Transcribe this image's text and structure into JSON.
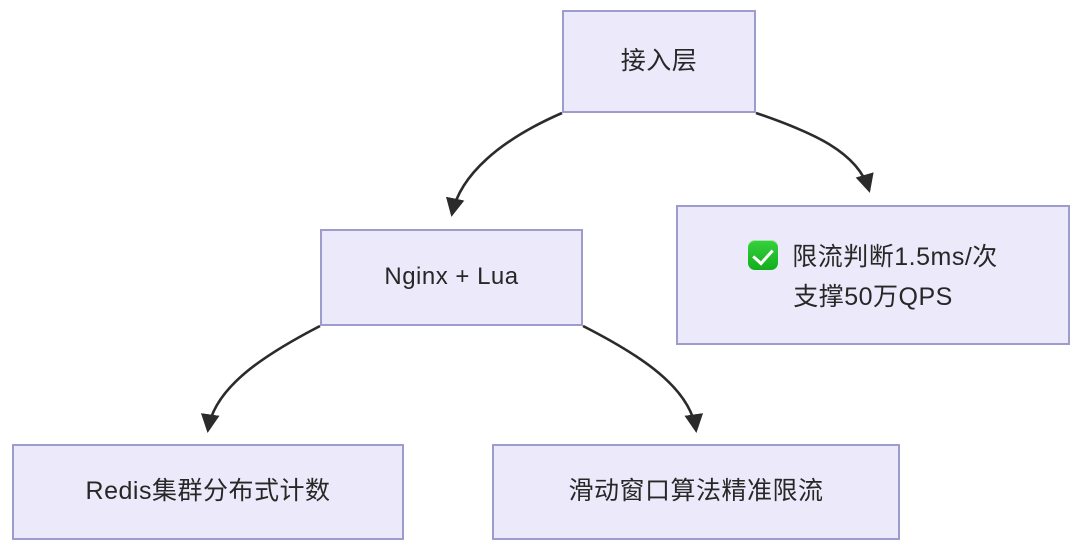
{
  "diagram": {
    "type": "flowchart",
    "orientation": "top-down",
    "theme": {
      "node_fill": "#eceafa",
      "node_border": "#9e9bcd",
      "edge_color": "#2b2b2b",
      "text_color": "#272727",
      "background": "#ffffff",
      "check_badge_color": "#21c12a"
    },
    "nodes": [
      {
        "id": "ingress",
        "label": "接入层"
      },
      {
        "id": "nginx",
        "label": "Nginx + Lua"
      },
      {
        "id": "metrics",
        "icon": "green-check-icon",
        "line1": "限流判断1.5ms/次",
        "line2": "支撑50万QPS"
      },
      {
        "id": "redis",
        "label": "Redis集群分布式计数"
      },
      {
        "id": "window",
        "label": "滑动窗口算法精准限流"
      }
    ],
    "edges": [
      {
        "id": "ingress-to-nginx",
        "from": "ingress",
        "to": "nginx",
        "style": "curved-arrow"
      },
      {
        "id": "ingress-to-metrics",
        "from": "ingress",
        "to": "metrics",
        "style": "curved-arrow"
      },
      {
        "id": "nginx-to-redis",
        "from": "nginx",
        "to": "redis",
        "style": "curved-arrow"
      },
      {
        "id": "nginx-to-window",
        "from": "nginx",
        "to": "window",
        "style": "curved-arrow"
      }
    ]
  }
}
